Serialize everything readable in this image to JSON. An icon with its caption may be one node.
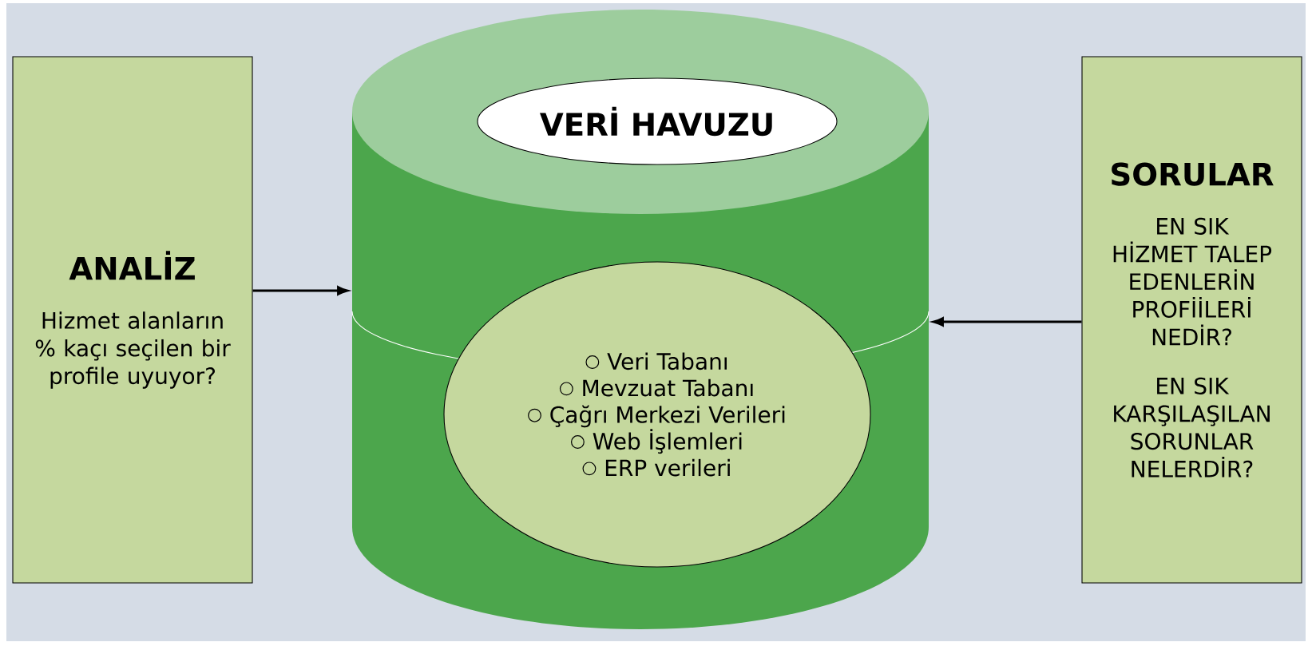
{
  "diagram": {
    "nodes": [
      {
        "text": [
          "ANALİZ",
          "Hizmet alanların % kaçı seçilen bir profile uyuyor?"
        ]
      },
      {
        "text": [],
        "shape": "cylinder"
      },
      {
        "text": [
          "VERİ HAVUZU"
        ]
      },
      {
        "text": [
          "Veri Tabanı",
          "Mevzuat Tabanı",
          "Çağrı Merkezi Verileri",
          "Web İşlemleri",
          "ERP verileri"
        ],
        "in": 1
      },
      {
        "text": [
          "SORULAR",
          "EN SIK HİZMET TALEP EDENLERİN PROFİİLERİ NEDİR?",
          "EN SIK KARŞILAŞILAN SORUNLAR NELERDİR?"
        ]
      }
    ],
    "edges": [
      {
        "from": 0,
        "to": 1,
        "arrow": "to"
      },
      {
        "from": 4,
        "to": 1,
        "arrow": "to"
      }
    ]
  }
}
